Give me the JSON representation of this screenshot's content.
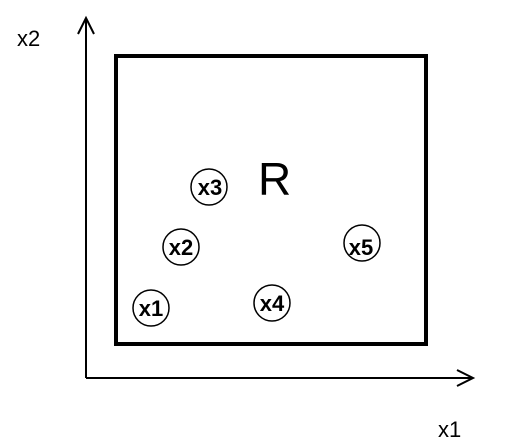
{
  "axes": {
    "x_label": "x1",
    "y_label": "x2",
    "color": "#000000"
  },
  "region": {
    "label": "R",
    "border_color": "#000000"
  },
  "points": [
    {
      "id": "x1",
      "label": "x1"
    },
    {
      "id": "x2",
      "label": "x2"
    },
    {
      "id": "x3",
      "label": "x3"
    },
    {
      "id": "x4",
      "label": "x4"
    },
    {
      "id": "x5",
      "label": "x5"
    }
  ]
}
